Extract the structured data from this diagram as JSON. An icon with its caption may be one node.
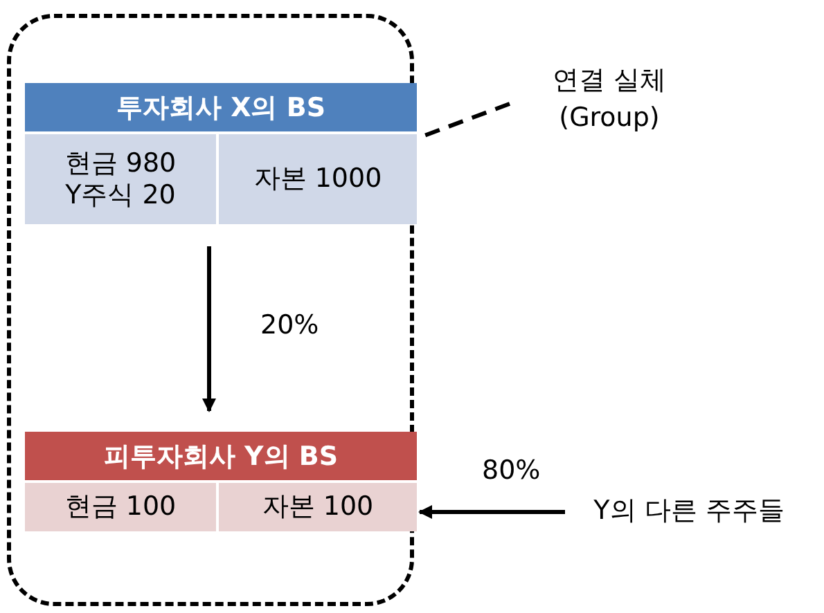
{
  "diagram": {
    "nodes": [
      {
        "text": [],
        "shape": "box"
      },
      {
        "text": [
          "투자회사 X의 BS",
          "현금 980 Y주식 20",
          "자본 1000"
        ],
        "in": 0
      },
      {
        "text": [
          "피투자회사 Y의 BS",
          "현금 100",
          "자본 100"
        ],
        "in": 0
      },
      {
        "text": [
          "연결 실체 (Group)"
        ]
      },
      {
        "text": [
          "Y의 다른 주주들"
        ]
      }
    ],
    "edges": [
      {
        "from": 1,
        "to": 2,
        "arrow": "to",
        "label": "20%"
      },
      {
        "from": 4,
        "to": 2,
        "arrow": "to",
        "label": "80%"
      },
      {
        "from": 3,
        "to": 0,
        "arrow": "none",
        "style": "dashed"
      }
    ]
  }
}
